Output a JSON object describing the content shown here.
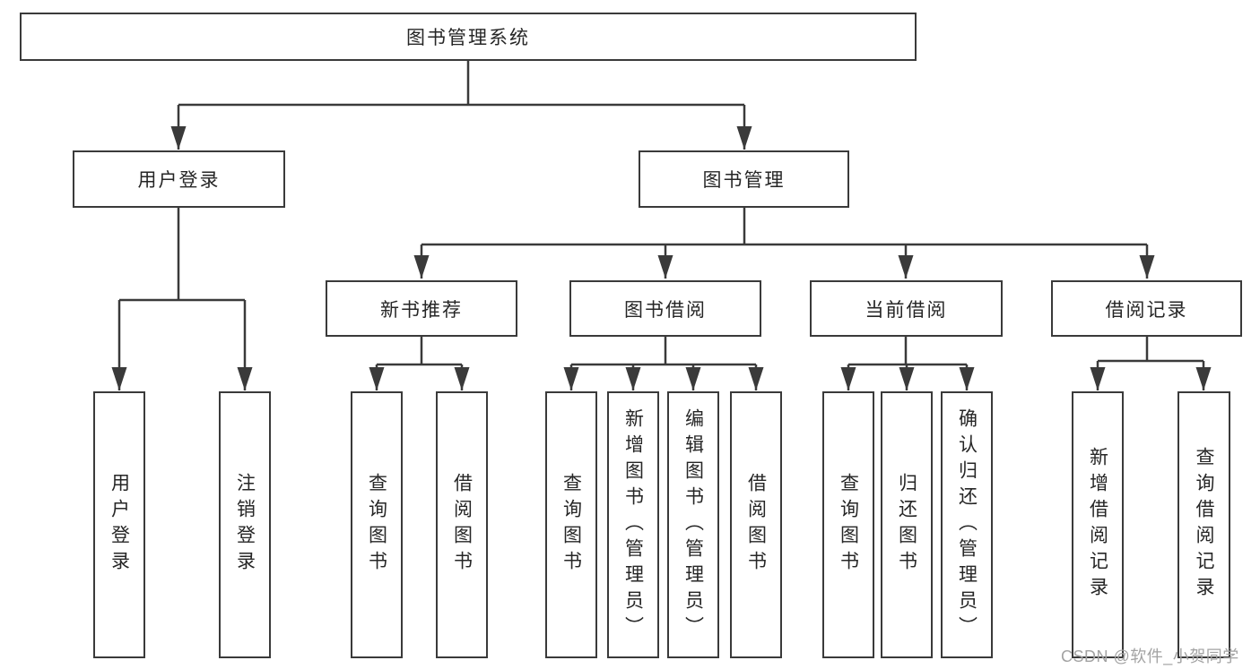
{
  "colors": {
    "line": "#3a3a3a",
    "text": "#262626",
    "box_background": "#ffffff",
    "page_background": "#ffffff",
    "watermark": "#a3a3a3"
  },
  "watermark": {
    "text": "CSDN @软件_小贺同学"
  },
  "tree": {
    "label": "图书管理系统",
    "children": [
      {
        "label": "用户登录",
        "children": [
          {
            "label": "用户登录"
          },
          {
            "label": "注销登录"
          }
        ]
      },
      {
        "label": "图书管理",
        "children": [
          {
            "label": "新书推荐",
            "children": [
              {
                "label": "查询图书"
              },
              {
                "label": "借阅图书"
              }
            ]
          },
          {
            "label": "图书借阅",
            "children": [
              {
                "label": "查询图书"
              },
              {
                "label": "新增图书（管理员）"
              },
              {
                "label": "编辑图书（管理员）"
              },
              {
                "label": "借阅图书"
              }
            ]
          },
          {
            "label": "当前借阅",
            "children": [
              {
                "label": "查询图书"
              },
              {
                "label": "归还图书"
              },
              {
                "label": "确认归还（管理员）"
              }
            ]
          },
          {
            "label": "借阅记录",
            "children": [
              {
                "label": "新增借阅记录"
              },
              {
                "label": "查询借阅记录"
              }
            ]
          }
        ]
      }
    ]
  }
}
